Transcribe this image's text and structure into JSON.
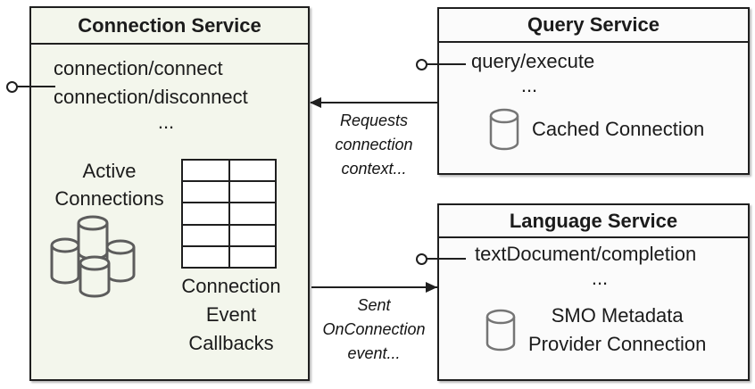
{
  "connection_service": {
    "title": "Connection Service",
    "methods": [
      "connection/connect",
      "connection/disconnect"
    ],
    "ellipsis": "...",
    "active_connections": [
      "Active",
      "Connections"
    ],
    "callbacks": [
      "Connection",
      "Event",
      "Callbacks"
    ]
  },
  "query_service": {
    "title": "Query Service",
    "methods": [
      "query/execute"
    ],
    "ellipsis": "...",
    "cached_connection_label": "Cached Connection"
  },
  "language_service": {
    "title": "Language Service",
    "methods": [
      "textDocument/completion"
    ],
    "ellipsis": "...",
    "smo_label": [
      "SMO Metadata",
      "Provider Connection"
    ]
  },
  "annotations": {
    "requests": [
      "Requests",
      "connection",
      "context..."
    ],
    "sent": [
      "Sent",
      "OnConnection",
      "event..."
    ]
  },
  "icons": {
    "database_cluster": "database-cluster-icon",
    "database": "database-icon",
    "interface_lollipop": "interface-lollipop-icon",
    "arrow_left": "arrow-left-icon",
    "arrow_right": "arrow-right-icon"
  },
  "colors": {
    "connection_box_fill": "#f3f6ec",
    "service_box_fill": "#fbfbfb",
    "line": "#1f1f1f",
    "cluster_cylinder_stroke": "#5c5c5c",
    "cylinder_stroke": "#757575"
  }
}
